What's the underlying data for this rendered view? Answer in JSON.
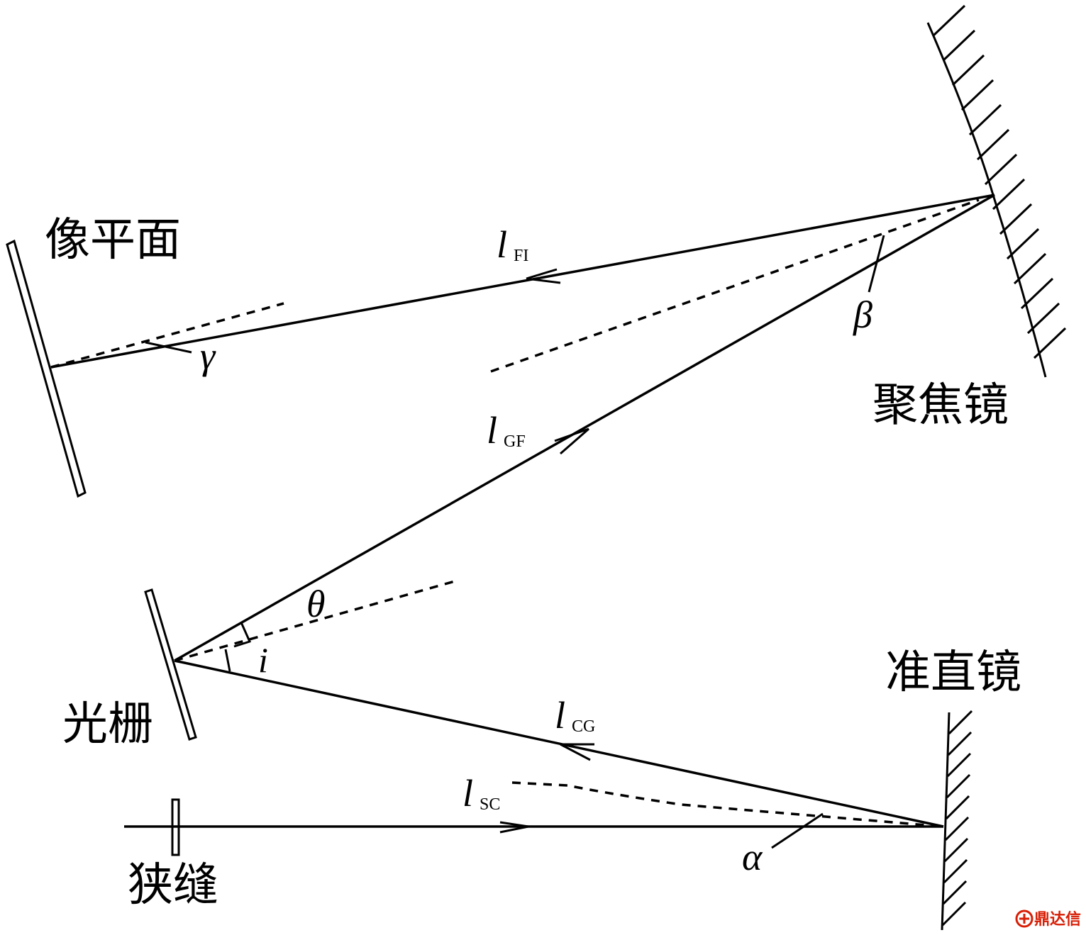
{
  "labels": {
    "image_plane": "像平面",
    "focusing_mirror": "聚焦镜",
    "collimating_mirror": "准直镜",
    "grating": "光栅",
    "slit": "狭缝"
  },
  "symbols": {
    "gamma": "γ",
    "beta": "β",
    "theta": "θ",
    "i": "i",
    "alpha": "α"
  },
  "paths": {
    "l_FI": {
      "main": "l",
      "sub": "FI"
    },
    "l_GF": {
      "main": "l",
      "sub": "GF"
    },
    "l_CG": {
      "main": "l",
      "sub": "CG"
    },
    "l_SC": {
      "main": "l",
      "sub": "SC"
    }
  },
  "watermark": {
    "text": "鼎达信",
    "color": "#d81e06"
  }
}
